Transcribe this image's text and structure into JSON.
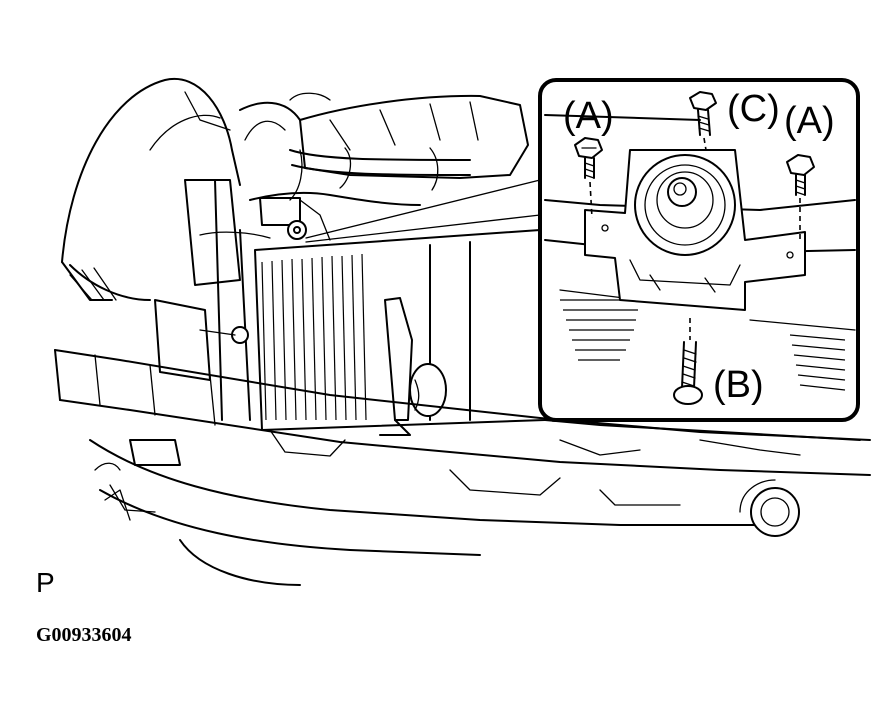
{
  "figure": {
    "view_label": "P",
    "figure_id": "G00933604"
  },
  "callouts": {
    "bolt_a_left": "(A)",
    "bolt_c": "(C)",
    "bolt_a_right": "(A)",
    "bolt_b": "(B)"
  }
}
